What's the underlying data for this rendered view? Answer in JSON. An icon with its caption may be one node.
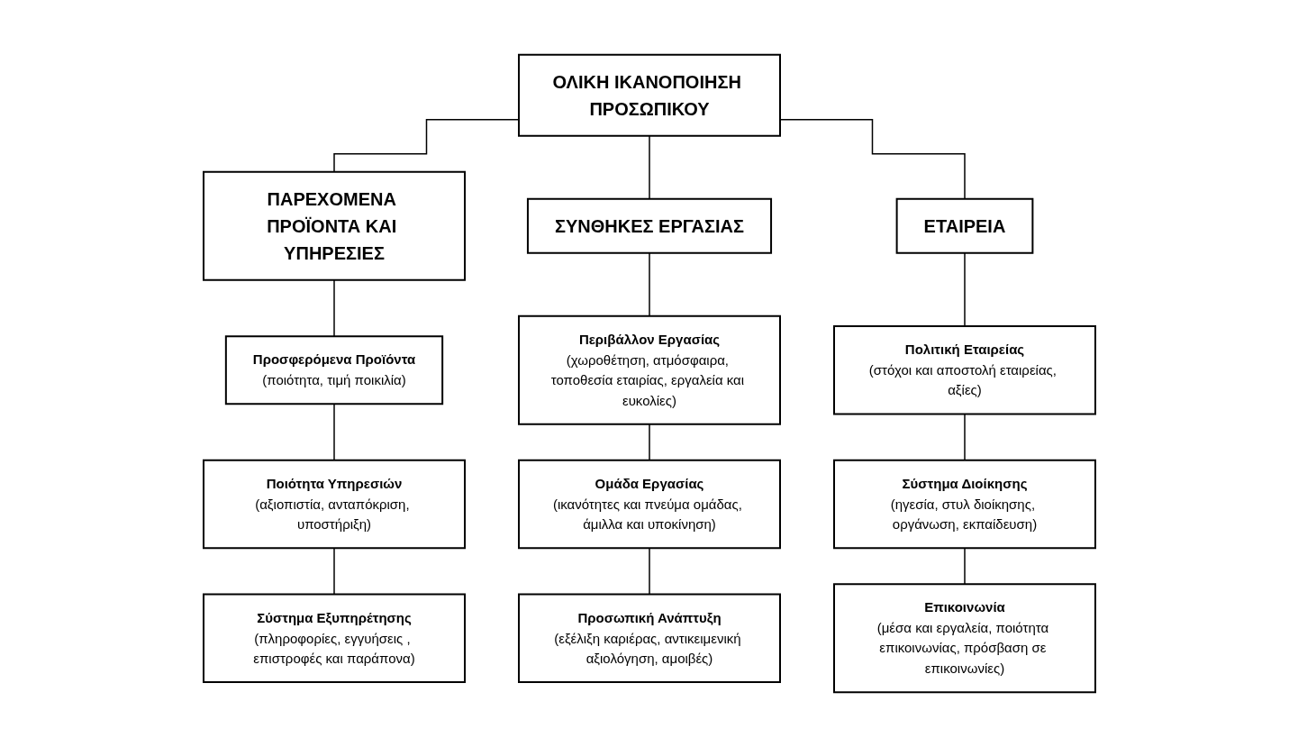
{
  "diagram": {
    "nodes": [
      {
        "text": [
          "ΟΛΙΚΗ ΙΚΑΝΟΠΟΙΗΣΗ ΠΡΟΣΩΠΙΚΟΥ"
        ]
      },
      {
        "text": [
          "ΠΑΡΕΧΟΜΕΝΑ ΠΡΟΪΟΝΤΑ ΚΑΙ ΥΠΗΡΕΣΙΕΣ"
        ]
      },
      {
        "text": [
          "ΣΥΝΘΗΚΕΣ ΕΡΓΑΣΙΑΣ"
        ]
      },
      {
        "text": [
          "ΕΤΑΙΡΕΙΑ"
        ]
      },
      {
        "text": [
          "Προσφερόμενα Προϊόντα",
          "(ποιότητα, τιμή ποικιλία)"
        ]
      },
      {
        "text": [
          "Ποιότητα Υπηρεσιών",
          "(αξιοπιστία, ανταπόκριση, υποστήριξη)"
        ]
      },
      {
        "text": [
          "Σύστημα Εξυπηρέτησης",
          "(πληροφορίες, εγγυήσεις , επιστροφές και παράπονα)"
        ]
      },
      {
        "text": [
          "Περιβάλλον Εργασίας",
          "(χωροθέτηση, ατμόσφαιρα, τοποθεσία εταιρίας, εργαλεία και ευκολίες)"
        ]
      },
      {
        "text": [
          "Ομάδα Εργασίας",
          "(ικανότητες και πνεύμα ομάδας, άμιλλα και υποκίνηση)"
        ]
      },
      {
        "text": [
          "Προσωπική Ανάπτυξη",
          "(εξέλιξη καριέρας, αντικειμενική αξιολόγηση, αμοιβές)"
        ]
      },
      {
        "text": [
          "Πολιτική Εταιρείας",
          "(στόχοι και αποστολή εταιρείας, αξίες)"
        ]
      },
      {
        "text": [
          "Σύστημα Διοίκησης",
          "(ηγεσία, στυλ διοίκησης, οργάνωση, εκπαίδευση)"
        ]
      },
      {
        "text": [
          "Επικοινωνία",
          "(μέσα και εργαλεία, ποιότητα επικοινωνίας, πρόσβαση σε επικοινωνίες)"
        ]
      }
    ],
    "edges": [
      {
        "from": 0,
        "to": 1,
        "arrow": "none"
      },
      {
        "from": 0,
        "to": 2,
        "arrow": "none"
      },
      {
        "from": 0,
        "to": 3,
        "arrow": "none"
      },
      {
        "from": 1,
        "to": 4,
        "arrow": "none"
      },
      {
        "from": 4,
        "to": 5,
        "arrow": "none"
      },
      {
        "from": 5,
        "to": 6,
        "arrow": "none"
      },
      {
        "from": 2,
        "to": 7,
        "arrow": "none"
      },
      {
        "from": 7,
        "to": 8,
        "arrow": "none"
      },
      {
        "from": 8,
        "to": 9,
        "arrow": "none"
      },
      {
        "from": 3,
        "to": 10,
        "arrow": "none"
      },
      {
        "from": 10,
        "to": 11,
        "arrow": "none"
      },
      {
        "from": 11,
        "to": 12,
        "arrow": "none"
      }
    ]
  }
}
